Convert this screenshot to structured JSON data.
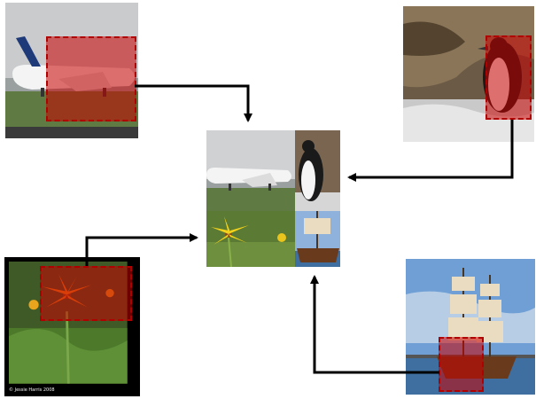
{
  "diagram": {
    "sources": [
      {
        "subject": "airplane"
      },
      {
        "subject": "penguin"
      },
      {
        "subject": "flower",
        "credit": "© Jessie Harris 2008"
      },
      {
        "subject": "sailing-ship"
      }
    ],
    "composite": {
      "tiles": [
        "airplane",
        "penguin",
        "flower",
        "sailing-ship"
      ]
    },
    "colors": {
      "crop_fill": "#c80000",
      "crop_border": "#b00000",
      "arrow": "#000000"
    }
  }
}
